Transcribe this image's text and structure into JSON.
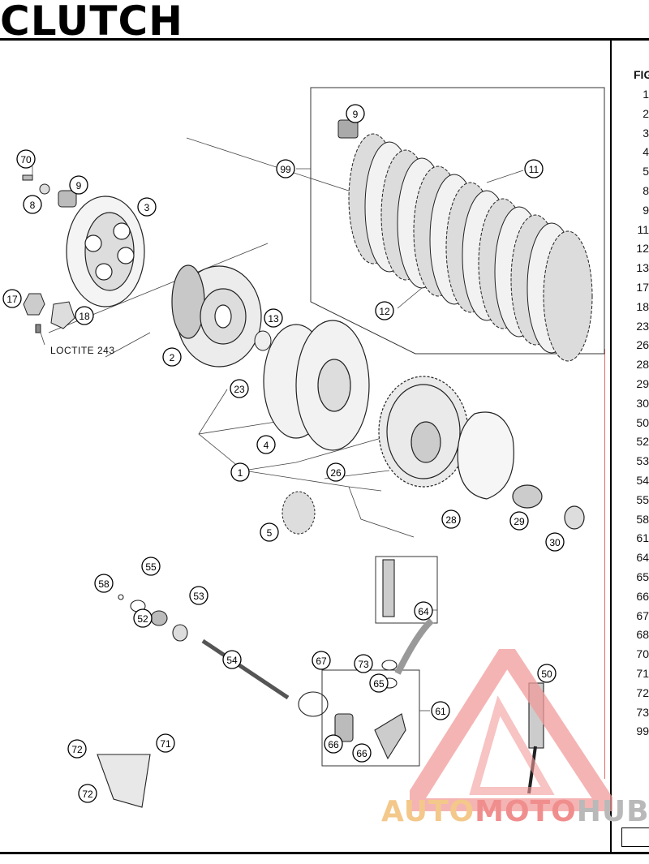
{
  "page_title": "CLUTCH",
  "note_loctite": "LOCTITE 243",
  "parts_list": {
    "header": "FIG",
    "numbers": [
      "1",
      "2",
      "3",
      "4",
      "5",
      "8",
      "9",
      "11",
      "12",
      "13",
      "17",
      "18",
      "23",
      "26",
      "28",
      "29",
      "30",
      "50",
      "52",
      "53",
      "54",
      "55",
      "58",
      "61",
      "64",
      "65",
      "66",
      "67",
      "68",
      "70",
      "71",
      "72",
      "73",
      "99"
    ]
  },
  "callouts": [
    "70",
    "8",
    "9",
    "3",
    "17",
    "18",
    "2",
    "13",
    "9",
    "99",
    "11",
    "12",
    "23",
    "4",
    "1",
    "26",
    "5",
    "28",
    "29",
    "30",
    "55",
    "58",
    "52",
    "53",
    "64",
    "54",
    "67",
    "73",
    "65",
    "61",
    "66",
    "66",
    "50",
    "72",
    "71",
    "72"
  ],
  "watermark": {
    "part1": "AUTO",
    "part2": "MOTO",
    "part3": "HUB"
  }
}
